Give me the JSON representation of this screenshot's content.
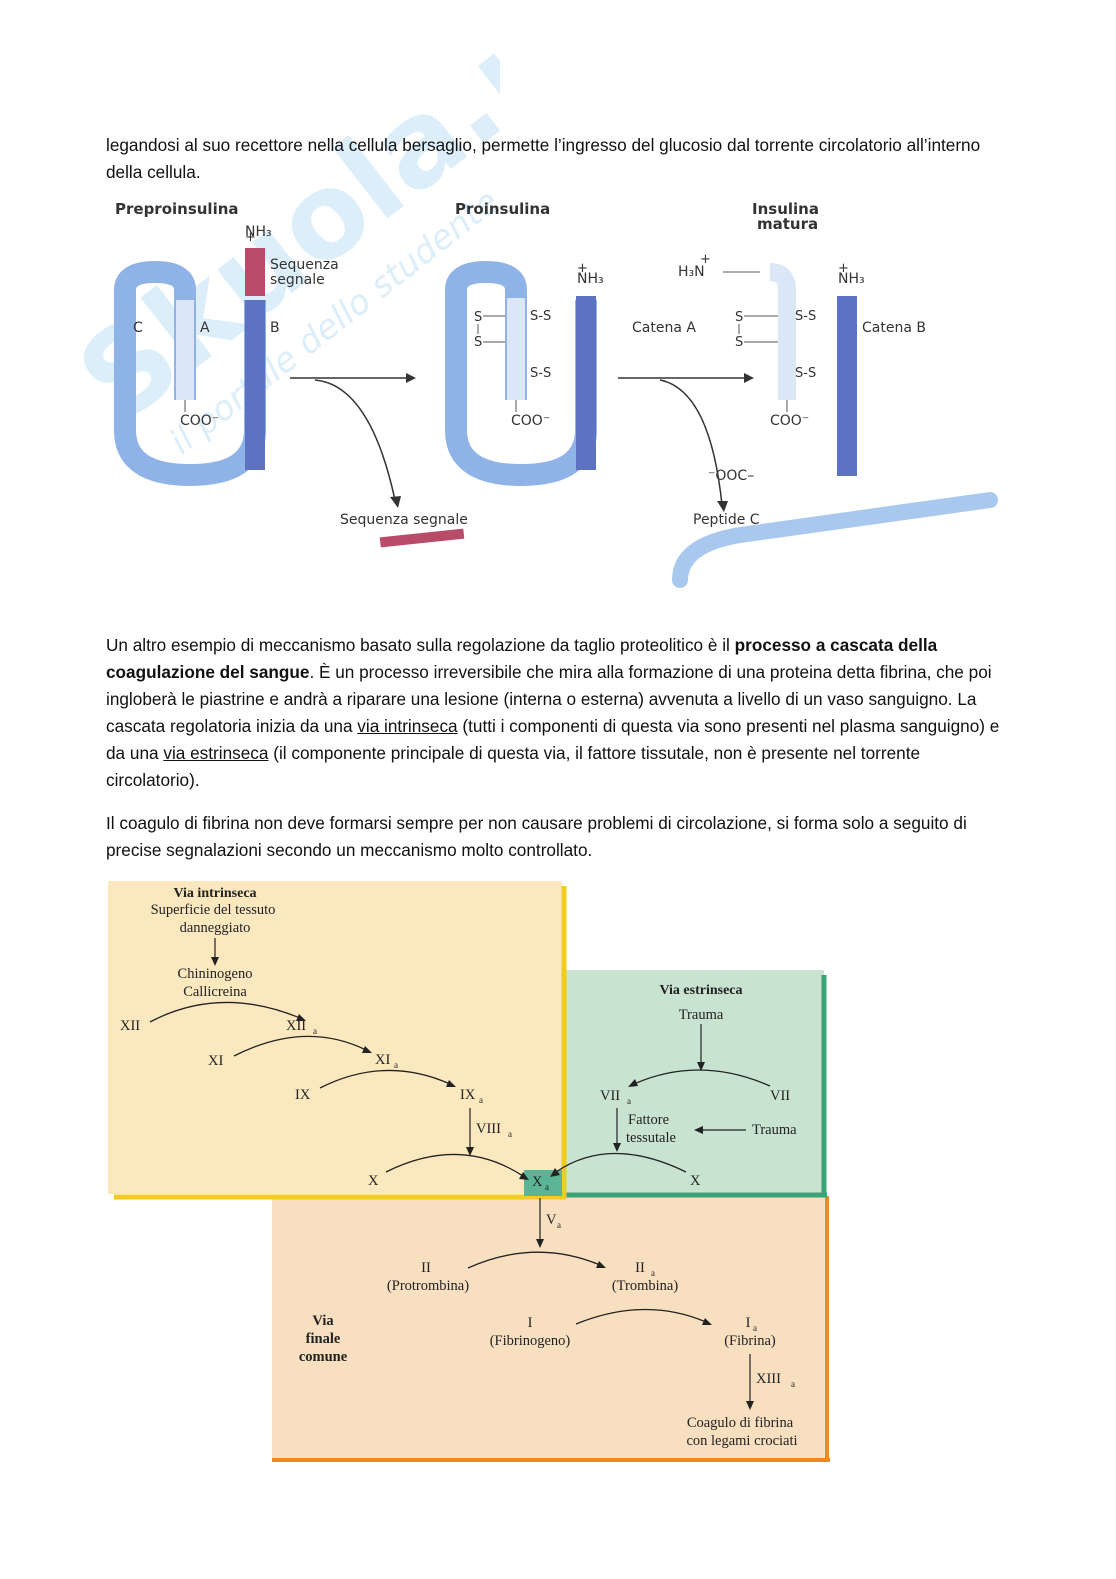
{
  "watermark": {
    "brand": "Skuola.net",
    "tagline": "il portale dello studente"
  },
  "text": {
    "p1": "legandosi al suo recettore nella cellula bersaglio, permette l’ingresso del glucosio dal torrente circolatorio all’interno della cellula.",
    "p2_a": "Un altro esempio di meccanismo basato sulla regolazione da taglio proteolitico è il ",
    "p2_bold": "processo a cascata della coagulazione del sangue",
    "p2_b": ". È un processo irreversibile che mira alla formazione di una proteina detta fibrina, che poi ingloberà le piastrine e andrà a riparare una lesione (interna o esterna) avvenuta a livello di un vaso sanguigno. La cascata regolatoria inizia da una ",
    "p2_u1": "via intrinseca",
    "p2_c": " (tutti i componenti di questa via sono presenti nel plasma sanguigno) e da una ",
    "p2_u2": "via estrinseca",
    "p2_d": " (il componente principale di questa via, il fattore tissutale, non è presente nel torrente circolatorio).",
    "p3": "Il coagulo di fibrina non deve formarsi sempre per non causare problemi di circolazione, si forma solo a seguito di precise segnalazioni secondo un meccanismo molto controllato."
  },
  "insulin_figure": {
    "preproinsulina": "Preproinsulina",
    "proinsulina": "Proinsulina",
    "insulina_1": "Insulina",
    "insulina_2": "matura",
    "nh3": "NH₃",
    "h3n": "H₃N",
    "plus": "+",
    "seq_segnale_1": "Sequenza",
    "seq_segnale_2": "segnale",
    "chain_c": "C",
    "chain_a": "A",
    "chain_b": "B",
    "coo": "COO⁻",
    "ooc": "⁻OOC–",
    "ss": "S-S",
    "s": "S",
    "catena_a": "Catena A",
    "catena_b": "Catena B",
    "sequenza_segnale": "Sequenza segnale",
    "peptide_c": "Peptide C"
  },
  "coagulation_figure": {
    "via_intrinseca": "Via intrinseca",
    "superficie_1": "Superficie del tessuto",
    "superficie_2": "danneggiato",
    "chininogeno": "Chininogeno",
    "callicreina": "Callicreina",
    "xii": "XII",
    "xiia": "XII",
    "xi": "XI",
    "xia": "XI",
    "ix": "IX",
    "ixa": "IX",
    "viiia": "VIII",
    "x_left": "X",
    "xa": "X",
    "x_right": "X",
    "via_estrinseca": "Via estrinseca",
    "trauma_top": "Trauma",
    "viia": "VII",
    "vii": "VII",
    "fattore": "Fattore",
    "tessutale": "tessutale",
    "trauma_side": "Trauma",
    "va": "V",
    "ii": "II",
    "protrombina": "(Protrombina)",
    "iia": "II",
    "trombina": "(Trombina)",
    "i": "I",
    "fibrinogeno": "(Fibrinogeno)",
    "ia": "I",
    "fibrina": "(Fibrina)",
    "xiiia": "XIII",
    "sub_a": "a",
    "via_finale_1": "Via",
    "via_finale_2": "finale",
    "via_finale_3": "comune",
    "coagulo_1": "Coagulo di fibrina",
    "coagulo_2": "con legami crociati",
    "colors": {
      "intrinseca_bg": "#fbe8bf",
      "intrinseca_border": "#f2cc1c",
      "estrinseca_bg": "#c8e3cf",
      "estrinseca_border": "#3aa37a",
      "comune_bg": "#f8dfc0",
      "comune_border": "#f08a1c"
    }
  }
}
